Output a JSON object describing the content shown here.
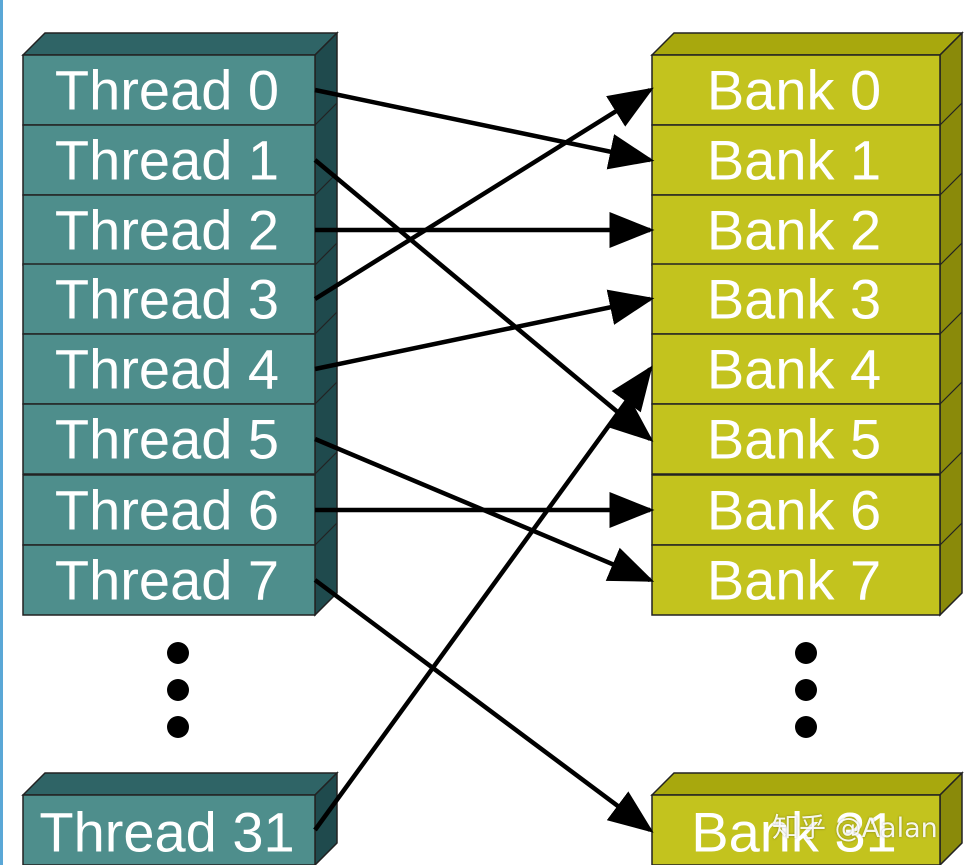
{
  "threads": [
    {
      "label": "Thread 0",
      "bank": 1
    },
    {
      "label": "Thread 1",
      "bank": 5
    },
    {
      "label": "Thread 2",
      "bank": 2
    },
    {
      "label": "Thread 3",
      "bank": 0
    },
    {
      "label": "Thread 4",
      "bank": 3
    },
    {
      "label": "Thread 5",
      "bank": 7
    },
    {
      "label": "Thread 6",
      "bank": 6
    },
    {
      "label": "Thread 7",
      "bank": 8
    },
    {
      "label": "Thread 31",
      "bank": 4
    }
  ],
  "banks": [
    "Bank 0",
    "Bank 1",
    "Bank 2",
    "Bank 3",
    "Bank 4",
    "Bank 5",
    "Bank 6",
    "Bank 7",
    "Bank 31"
  ],
  "colors": {
    "thread_face": "#4e8e8c",
    "thread_top": "#2f6466",
    "thread_side": "#1f4a4d",
    "bank_face": "#c3c31e",
    "bank_top": "#a8a80d",
    "bank_side": "#8a8a0a",
    "arrow": "#000000"
  },
  "watermark": "知乎 @Aalan"
}
